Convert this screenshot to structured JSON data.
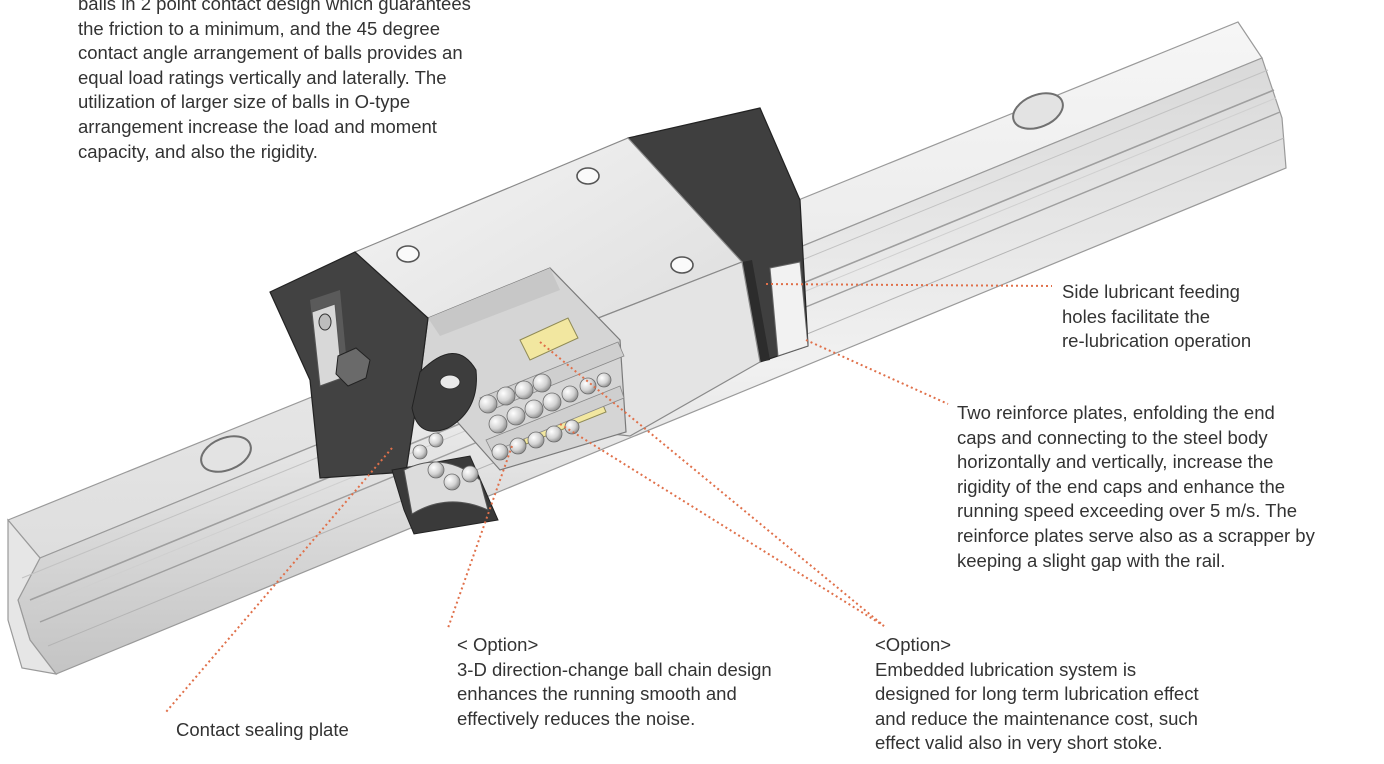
{
  "intro": {
    "text": "balls in 2 point contact design which guarantees\nthe friction to a minimum, and the 45 degree\ncontact angle arrangement of balls provides an\nequal load ratings vertically and laterally. The\nutilization of larger size of balls in O-type\narrangement increase the  load and moment\ncapacity, and also the  rigidity."
  },
  "callouts": {
    "side_lubricant": "Side lubricant feeding\nholes facilitate the\nre-lubrication operation",
    "reinforce_plates": "Two reinforce plates, enfolding the end\ncaps and connecting to the steel body\nhorizontally and vertically, increase the\nrigidity of the end caps and enhance the\nrunning speed exceeding over 5 m/s. The\nreinforce plates serve also as a scrapper by\nkeeping a slight gap with the rail.",
    "option_3d": "< Option>\n3-D direction-change ball chain design\nenhances the running smooth and\neffectively reduces the noise.",
    "option_embedded": "<Option>\nEmbedded lubrication system is\ndesigned for long term lubrication effect\nand reduce the maintenance cost, such\neffect valid also in very short stoke.",
    "contact_sealing": "Contact sealing plate"
  },
  "colors": {
    "leader_line": "#e0704a",
    "rail_light": "#eeeeee",
    "rail_mid": "#cfcfcf",
    "rail_dark": "#a9a9a9",
    "block_body": "#e9e9e9",
    "end_cap": "#3c3c3c",
    "lubrication_pad": "#f3e9a4"
  }
}
